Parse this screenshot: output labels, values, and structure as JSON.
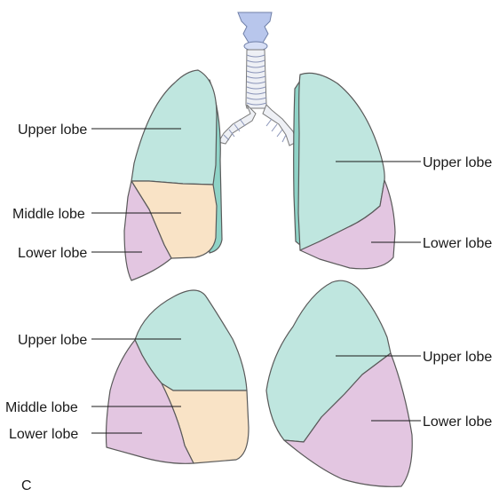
{
  "figure": {
    "panel_letter": "C",
    "colors": {
      "upper_lobe": "#bfe6df",
      "upper_lobe_shade": "#8fd3c7",
      "middle_lobe": "#f9e3c6",
      "lower_lobe": "#e3c6e1",
      "lower_lobe_shade": "#c99cc8",
      "trachea_fill": "#eef0f5",
      "cartilage": "#c9d3ee",
      "larynx": "#b8c6ec"
    },
    "anterior_view": {
      "right_lung": {
        "upper": "Upper lobe",
        "middle": "Middle lobe",
        "lower": "Lower lobe"
      },
      "left_lung": {
        "upper": "Upper lobe",
        "lower": "Lower lobe"
      }
    },
    "lateral_view": {
      "right_lung": {
        "upper": "Upper lobe",
        "middle": "Middle lobe",
        "lower": "Lower lobe"
      },
      "left_lung": {
        "upper": "Upper lobe",
        "lower": "Lower lobe"
      }
    }
  }
}
